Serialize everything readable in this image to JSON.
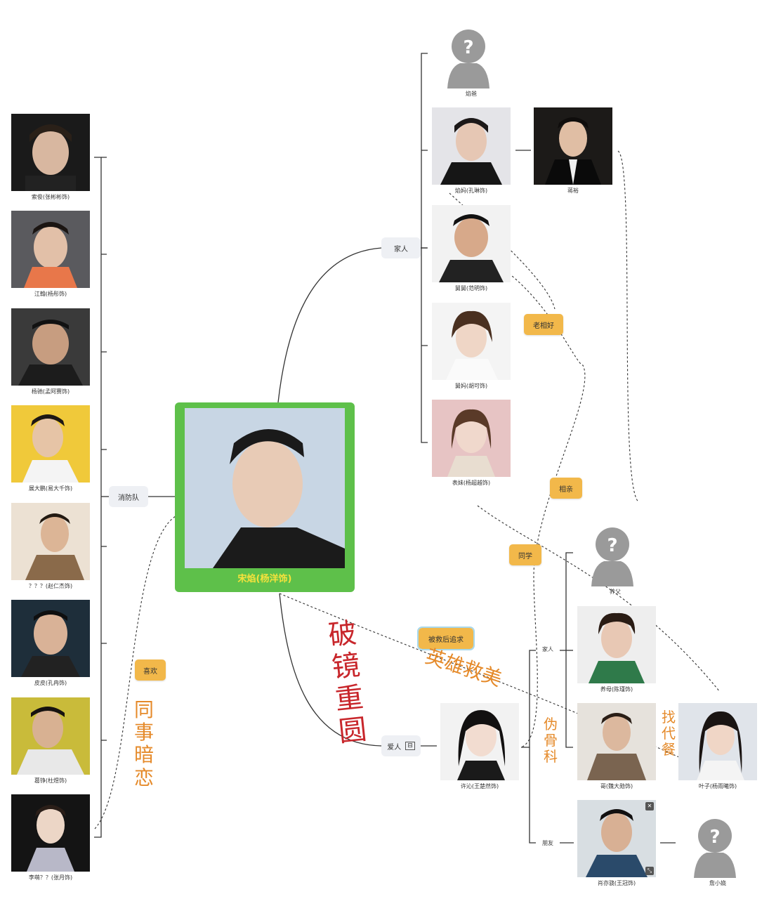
{
  "colors": {
    "center_green": "#5ec04a",
    "tag_orange": "#f2b84a",
    "hand_red": "#c8262b",
    "hand_orange": "#e58a2a",
    "line": "#333333"
  },
  "center": {
    "name": "宋焰(杨洋饰)",
    "icon": "portrait-photo"
  },
  "branches": {
    "firefighters": "消防队",
    "family": "家人",
    "lover": "爱人",
    "lover_icon": "collapse-icon",
    "xu_family": "家人",
    "xu_friends": "朋友"
  },
  "firefighters": [
    {
      "caption": "索俊(张彬彬饰)"
    },
    {
      "caption": "江翰(杨彤饰)"
    },
    {
      "caption": "杨驰(孟阿赛饰)"
    },
    {
      "caption": "展大鹏(易大千饰)"
    },
    {
      "caption": "？？？(赵仁杰饰)"
    },
    {
      "caption": "皮皮(孔冉饰)"
    },
    {
      "caption": "葛铮(杜煜饰)"
    },
    {
      "caption": "李萌？？(张月饰)"
    }
  ],
  "family": [
    {
      "caption": "焰爸"
    },
    {
      "caption": "焰妈(孔琳饰)"
    },
    {
      "caption": "蒋裕"
    },
    {
      "caption": "舅舅(范明饰)"
    },
    {
      "caption": "舅妈(胡可饰)"
    },
    {
      "caption": "表妹(杨超越饰)"
    }
  ],
  "xu": {
    "caption": "许沁(王楚然饰)"
  },
  "xu_family": [
    {
      "caption": "养父"
    },
    {
      "caption": "养母(陈瑾饰)"
    },
    {
      "caption": "哥(魏大勋饰)"
    },
    {
      "caption": "叶子(杨雨曦饰)"
    }
  ],
  "xu_friends": [
    {
      "caption": "肖亦骁(王冠饰)"
    },
    {
      "caption": "詹小娆"
    }
  ],
  "tags": {
    "old_lover": "老相好",
    "blind_date": "相亲",
    "classmate": "同学",
    "rescue_pursue": "被救后追求",
    "like": "喜欢"
  },
  "handwriting": {
    "colleague_crush": "同事暗恋",
    "reunion": "破镜重圆",
    "hero_rescue": "英雄救美",
    "orthopedics": "伪骨科",
    "substitute": "找代餐"
  },
  "icons": {
    "unknown": "unknown-person-icon",
    "delete": "trash-icon",
    "expand": "expand-icon"
  }
}
